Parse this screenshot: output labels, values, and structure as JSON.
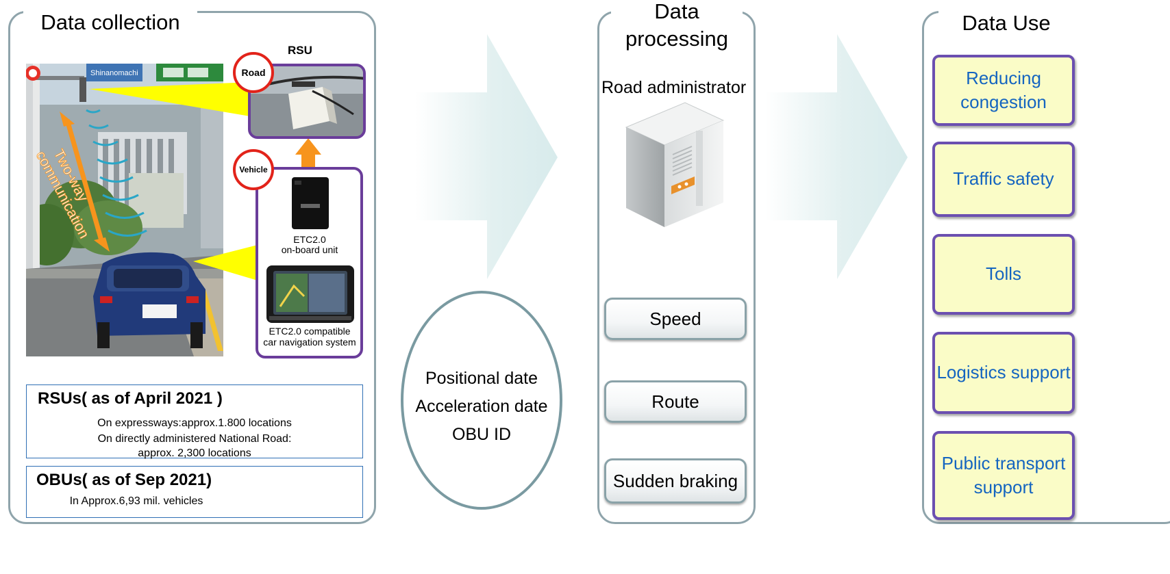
{
  "collection": {
    "title": "Data collection",
    "rsu_label": "RSU",
    "road_badge": "Road",
    "vehicle_badge": "Vehicle",
    "obu_caption_1": "ETC2.0",
    "obu_caption_2": "on-board unit",
    "nav_caption_1": "ETC2.0 compatible",
    "nav_caption_2": "car navigation system",
    "comm_label_1": "Two-way",
    "comm_label_2": "communication",
    "sign_text": "Shinanomachi",
    "rsus_title": "RSUs( as of April 2021 )",
    "rsus_line_1": "On expressways:approx.1.800  locations",
    "rsus_line_2": "On directly administered National Road:",
    "rsus_line_3": "approx. 2,300 locations",
    "obus_title": "OBUs( as of Sep 2021)",
    "obus_line_1": "In Approx.6,93 mil. vehicles"
  },
  "data_types": {
    "line_1": "Positional date",
    "line_2": "Acceleration date",
    "line_3": "OBU ID"
  },
  "processing": {
    "title_1": "Data",
    "title_2": "processing",
    "admin": "Road administrator",
    "items": [
      "Speed",
      "Route",
      "Sudden braking"
    ]
  },
  "use": {
    "title": "Data Use",
    "items": [
      "Reducing congestion",
      "Traffic safety",
      "Tolls",
      "Logistics support",
      "Public transport support"
    ]
  },
  "colors": {
    "panel_border": "#8fa4ab",
    "use_box_fill": "#fafcc7",
    "use_box_border": "#6b4fb0",
    "use_text": "#1565c0",
    "purple": "#6a3d9a",
    "badge_red": "#e2231a",
    "arrow_orange": "#f7941d",
    "beam_yellow": "#ffff00",
    "big_arrow": "#e3f1f1"
  }
}
